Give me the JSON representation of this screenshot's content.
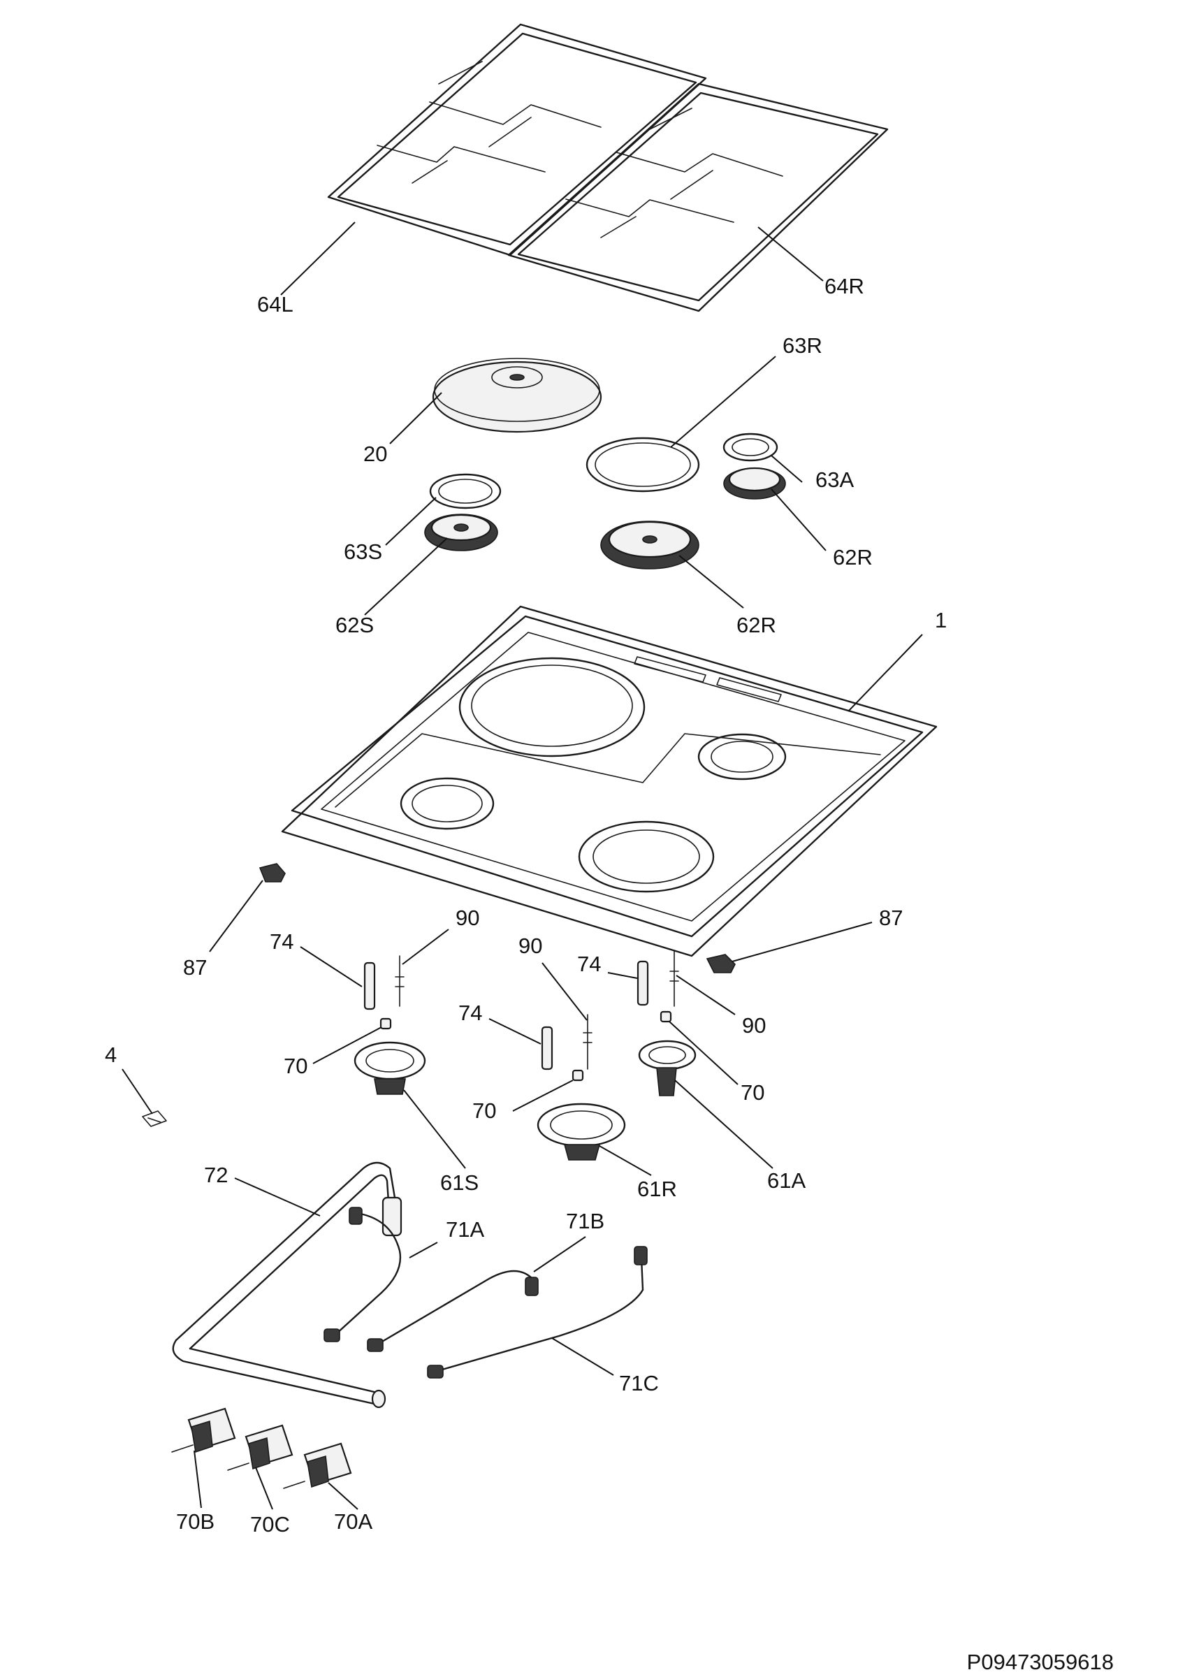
{
  "diagram": {
    "document_number": "P09473059618",
    "callouts": [
      {
        "id": "64L",
        "label": "64L"
      },
      {
        "id": "64R",
        "label": "64R"
      },
      {
        "id": "63R",
        "label": "63R"
      },
      {
        "id": "20",
        "label": "20"
      },
      {
        "id": "63A",
        "label": "63A"
      },
      {
        "id": "63S",
        "label": "63S"
      },
      {
        "id": "62R-small",
        "label": "62R"
      },
      {
        "id": "62S",
        "label": "62S"
      },
      {
        "id": "62R-large",
        "label": "62R"
      },
      {
        "id": "1",
        "label": "1"
      },
      {
        "id": "87-left",
        "label": "87"
      },
      {
        "id": "74-left",
        "label": "74"
      },
      {
        "id": "90-left",
        "label": "90"
      },
      {
        "id": "90-center",
        "label": "90"
      },
      {
        "id": "74-right",
        "label": "74"
      },
      {
        "id": "87-right",
        "label": "87"
      },
      {
        "id": "74-center",
        "label": "74"
      },
      {
        "id": "90-right",
        "label": "90"
      },
      {
        "id": "4",
        "label": "4"
      },
      {
        "id": "70-left",
        "label": "70"
      },
      {
        "id": "70-right",
        "label": "70"
      },
      {
        "id": "70-center",
        "label": "70"
      },
      {
        "id": "61S",
        "label": "61S"
      },
      {
        "id": "61R",
        "label": "61R"
      },
      {
        "id": "61A",
        "label": "61A"
      },
      {
        "id": "72",
        "label": "72"
      },
      {
        "id": "71B",
        "label": "71B"
      },
      {
        "id": "71A",
        "label": "71A"
      },
      {
        "id": "71C",
        "label": "71C"
      },
      {
        "id": "70B",
        "label": "70B"
      },
      {
        "id": "70C",
        "label": "70C"
      },
      {
        "id": "70A",
        "label": "70A"
      }
    ]
  }
}
